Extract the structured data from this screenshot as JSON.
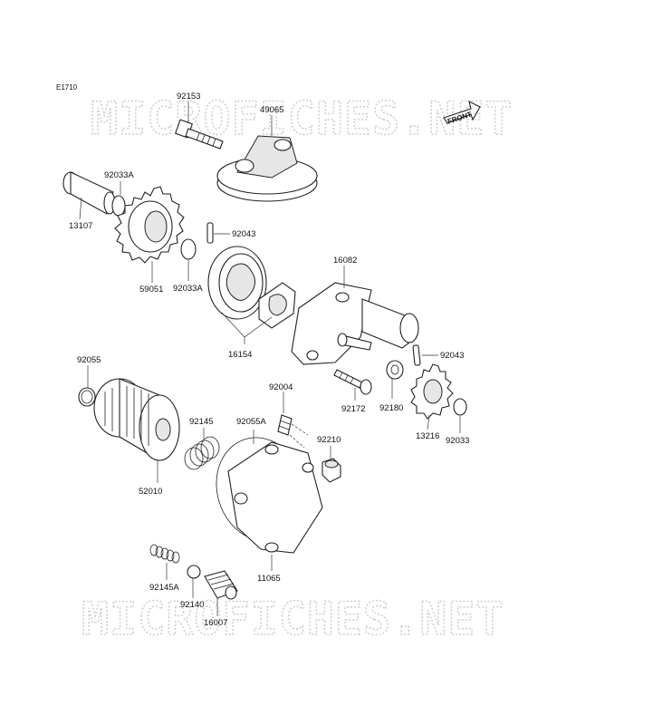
{
  "diagram_code": "E1710",
  "front_label": "FRONT",
  "watermark_text": "MICROFICHES.NET",
  "parts": {
    "p92153": "92153",
    "p49065": "49065",
    "p13107": "13107",
    "p92033A_top": "92033A",
    "p59051": "59051",
    "p92033A_bottom": "92033A",
    "p92043_top": "92043",
    "p16082": "16082",
    "p16154": "16154",
    "p92043_right": "92043",
    "p92180": "92180",
    "p92172": "92172",
    "p13216": "13216",
    "p92033": "92033",
    "p92055": "92055",
    "p52010": "52010",
    "p92145": "92145",
    "p92055A": "92055A",
    "p92004": "92004",
    "p92210": "92210",
    "p11065": "11065",
    "p92145A": "92145A",
    "p92140": "92140",
    "p16007": "16007"
  }
}
